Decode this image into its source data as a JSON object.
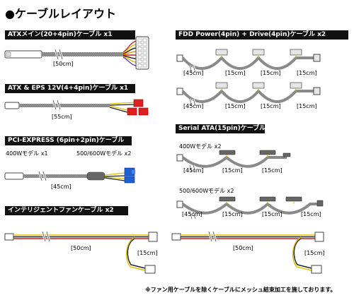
{
  "title": "●ケーブルレイアウト",
  "sections": {
    "atx_main": {
      "header": "ATXメイン(20+4pin)ケーブル x1",
      "length": "[50cm]"
    },
    "atx_eps": {
      "header": "ATX & EPS 12V(4+4pin)ケーブル x1",
      "length": "[55cm]"
    },
    "pcie": {
      "header": "PCI-EXPRESS (6pin+2pin)ケーブル",
      "model_400": "400Wモデル x1",
      "model_500": "500/600Wモデル x2",
      "length": "[45cm]"
    },
    "fdd": {
      "header": "FDD Power(4pin) + Drive(4pin)ケーブル x2",
      "row1": [
        "[45cm]",
        "[15cm]",
        "[15cm]",
        "[15cm]"
      ],
      "row2": [
        "[45cm]",
        "[15cm]",
        "[15cm]",
        "[15cm]"
      ]
    },
    "sata": {
      "header": "Serial ATA(15pin)ケーブル",
      "model_400": "400Wモデル x2",
      "row1": [
        "[45cm]",
        "[15cm]",
        "[15cm]"
      ],
      "model_500": "500/600Wモデル x2",
      "row2": [
        "[45cm]",
        "[15cm]",
        "[15cm]",
        "[15cm]"
      ]
    },
    "fan": {
      "header": "インテリジェントファンケーブル x2",
      "left": [
        "[50cm]",
        "[15cm]"
      ],
      "right": [
        "[50cm]",
        "[15cm]"
      ]
    }
  },
  "footnote": "※ファン用ケーブルを除くケーブルにメッシュ結束加工を施しております。",
  "colors": {
    "header_bg": "#111111",
    "cable_gray": "#8a8a8a",
    "wire_yellow": "#e0c000",
    "wire_red": "#d21a1a",
    "wire_black": "#222222",
    "connector_blue": "#1f5fd0",
    "connector_red": "#e02020"
  }
}
